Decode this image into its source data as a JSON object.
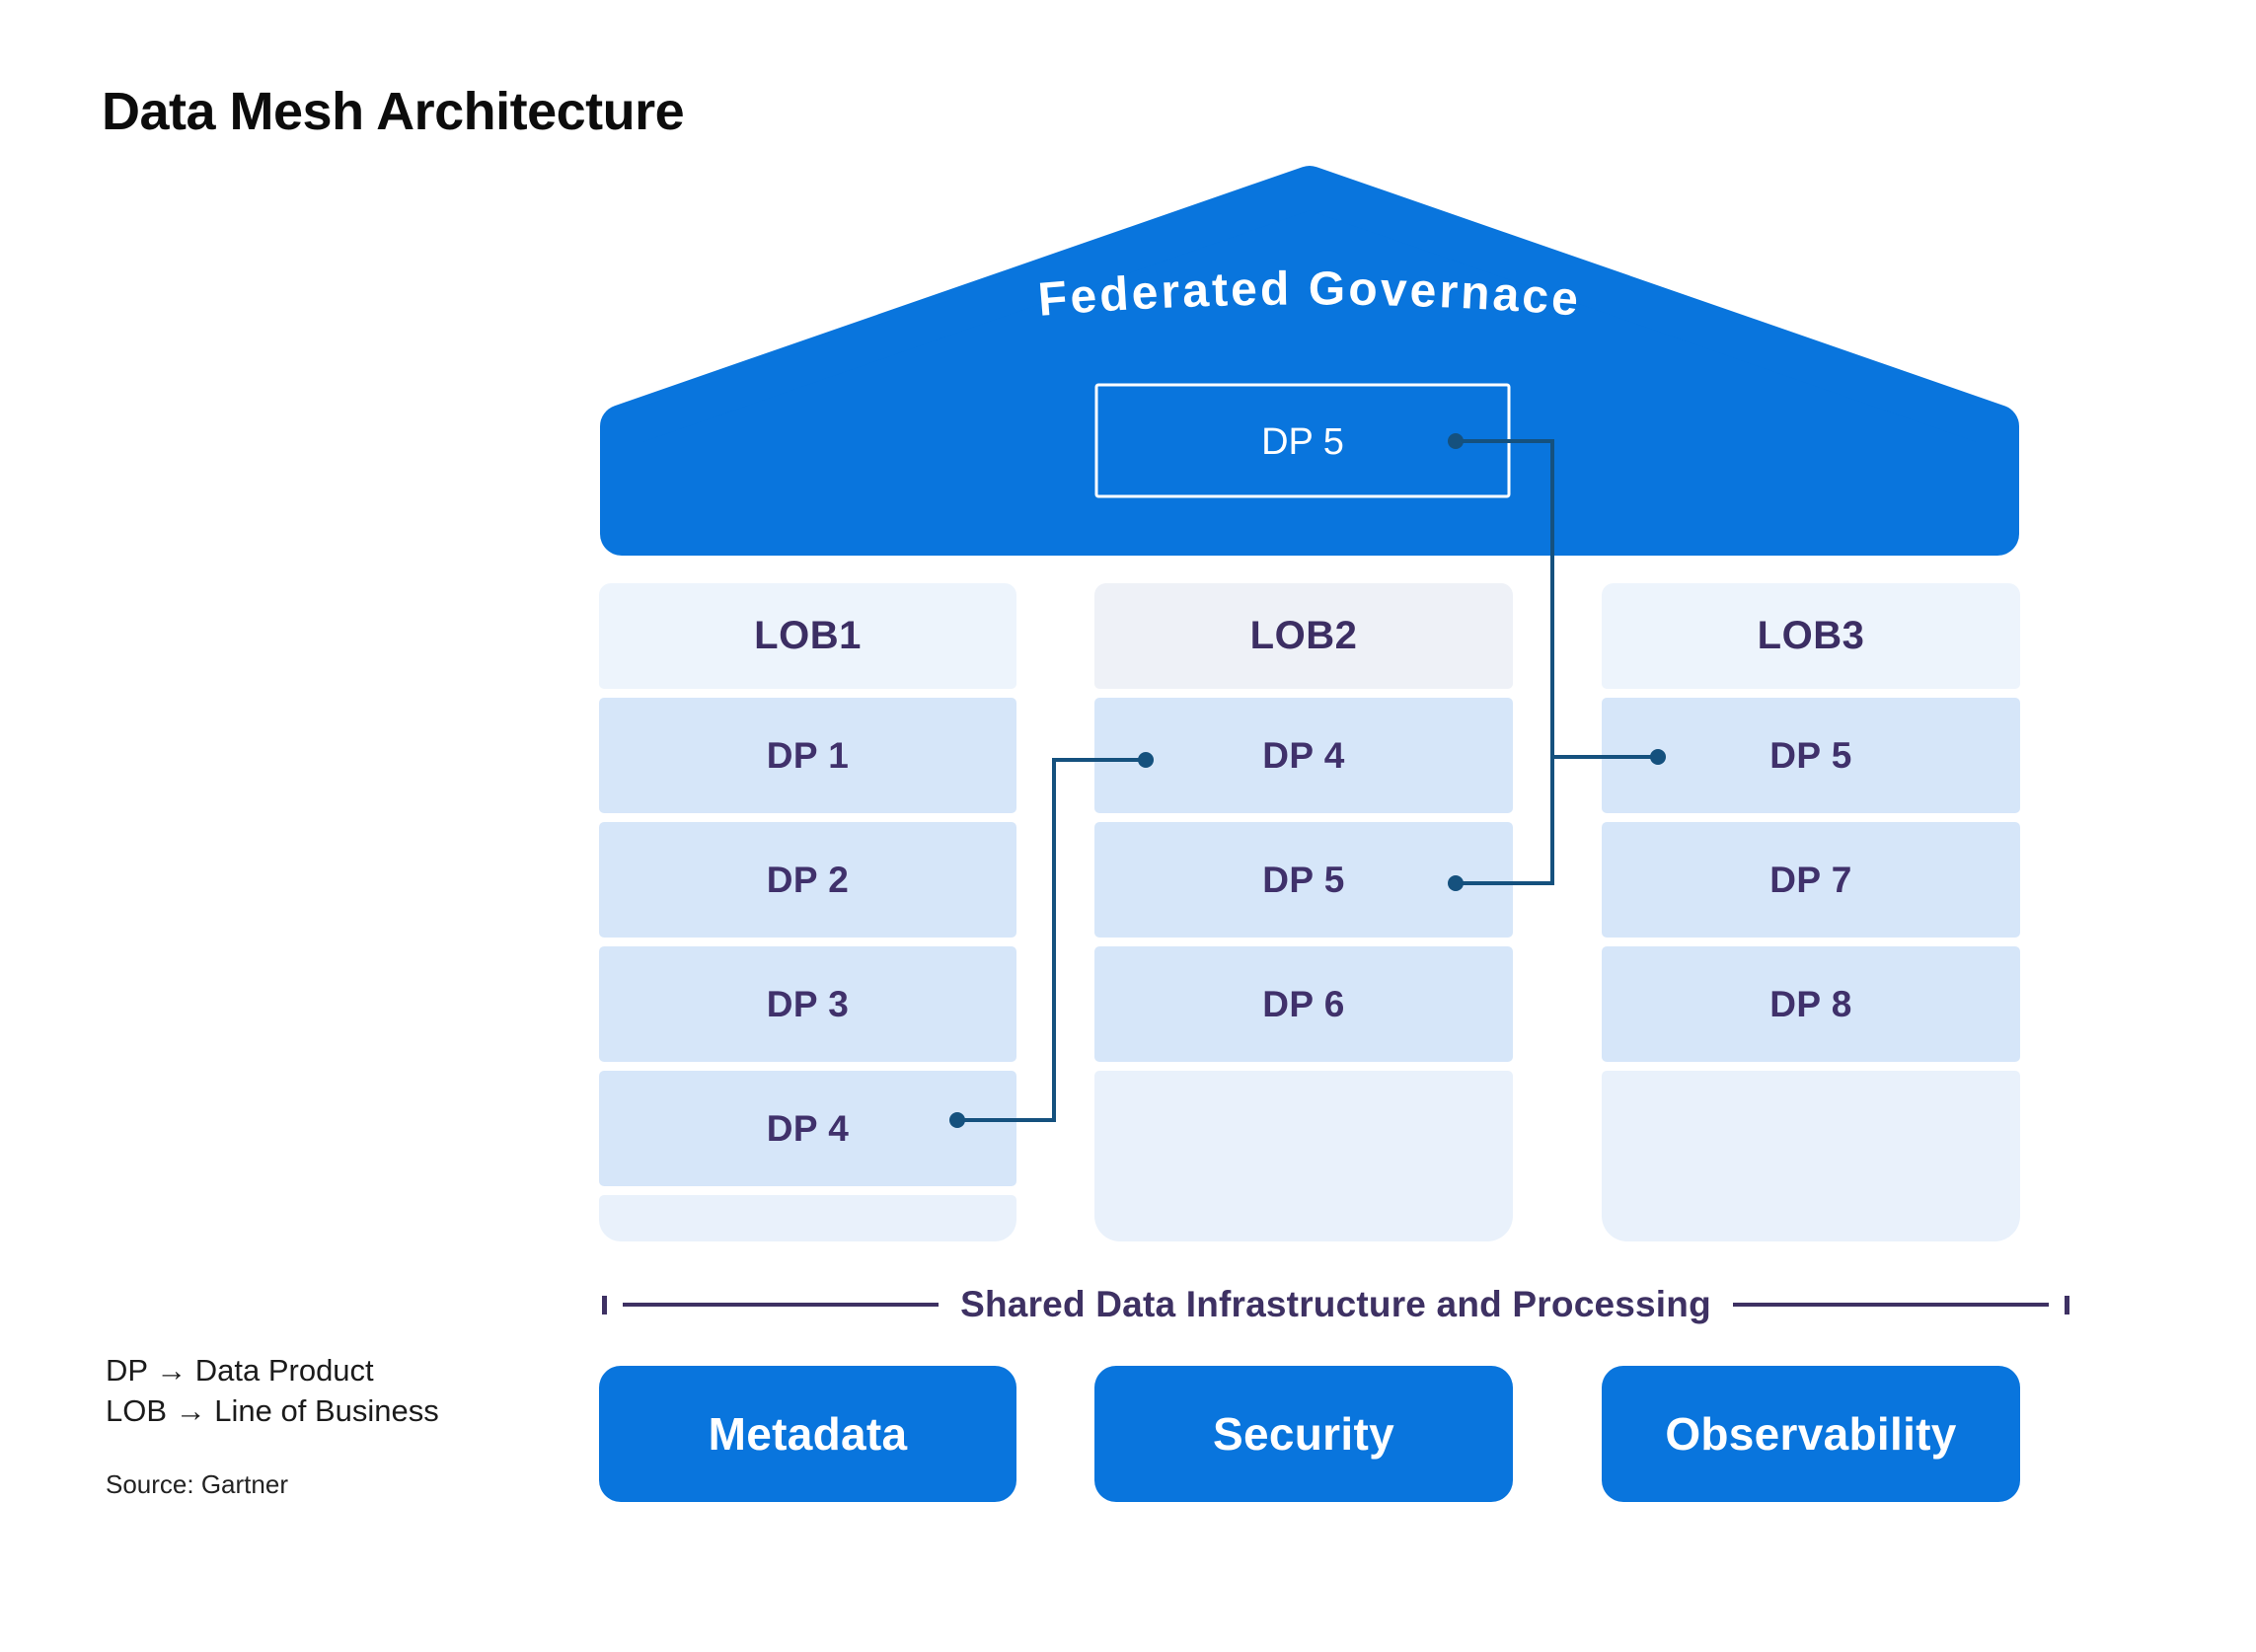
{
  "title": "Data Mesh Architecture",
  "roof": {
    "label": "Federated Governace",
    "box_label": "DP 5"
  },
  "columns": [
    {
      "header": "LOB1",
      "rows": [
        "DP 1",
        "DP 2",
        "DP 3",
        "DP 4"
      ]
    },
    {
      "header": "LOB2",
      "rows": [
        "DP 4",
        "DP 5",
        "DP 6"
      ]
    },
    {
      "header": "LOB3",
      "rows": [
        "DP 5",
        "DP 7",
        "DP 8"
      ]
    }
  ],
  "divider": {
    "label": "Shared Data Infrastructure and Processing"
  },
  "buttons": [
    "Metadata",
    "Security",
    "Observability"
  ],
  "legend": {
    "dp": "DP → Data Product",
    "lob": "LOB → Line of Business",
    "source": "Source: Gartner"
  },
  "connections": [
    {
      "from": "LOB1.DP 4",
      "to": "LOB2.DP 4"
    },
    {
      "from": "Federated Governace.DP 5",
      "to": "LOB2.DP 5"
    },
    {
      "from": "Federated Governace.DP 5",
      "to": "LOB3.DP 5"
    }
  ],
  "colors": {
    "roof_blue": "#0975dd",
    "button_blue": "#0975dd",
    "row_blue": "#d6e6f9",
    "pale_header": "#edf4fc",
    "pale_footer": "#e9f1fb",
    "purple_text": "#40316b",
    "divider_purple": "#3e3163",
    "connector_navy": "#15517e",
    "title_black": "#0c0c0c"
  }
}
